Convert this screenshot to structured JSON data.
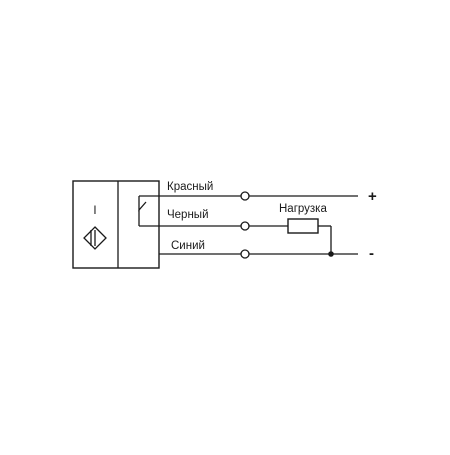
{
  "sensor": {
    "type_symbol": "I",
    "symbol_icon": "inductive-sensor-symbol"
  },
  "wires": {
    "red": "Красный",
    "black": "Черный",
    "blue": "Синий"
  },
  "load": {
    "label": "Нагрузка"
  },
  "supply": {
    "plus": "+",
    "minus": "-"
  },
  "colors": {
    "line": "#1a1a1a",
    "background": "#ffffff"
  }
}
